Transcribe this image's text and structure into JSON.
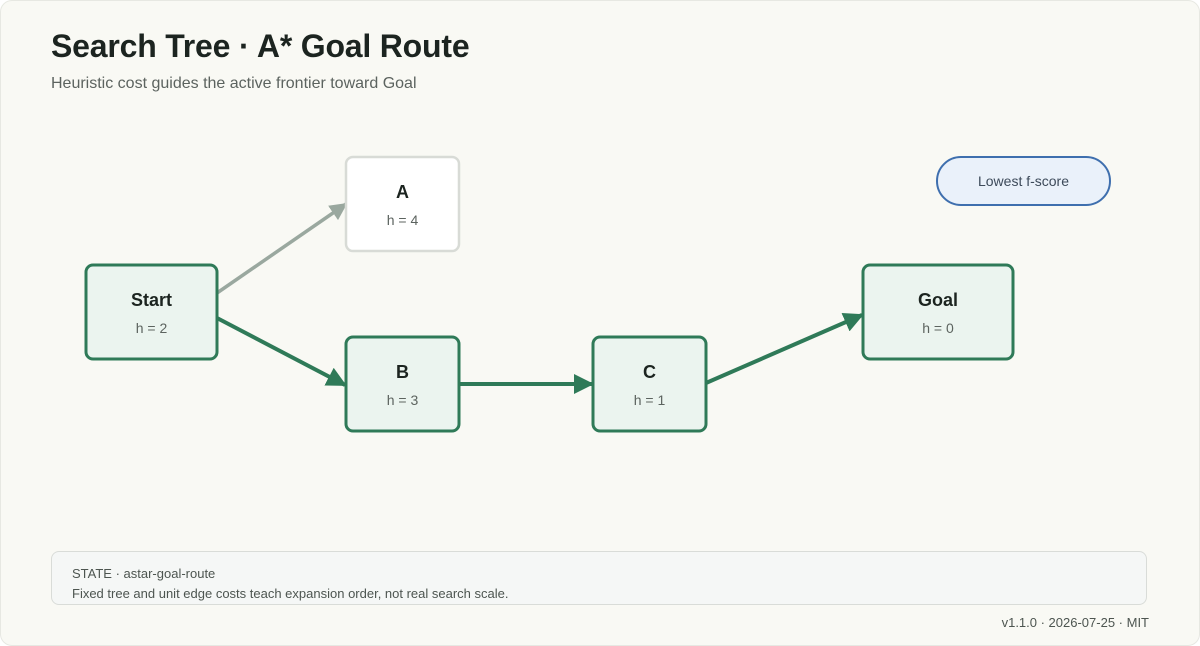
{
  "header": {
    "title": "Search Tree · A* Goal Route",
    "subtitle": "Heuristic cost guides the active frontier toward Goal"
  },
  "diagram": {
    "nodes": [
      {
        "id": "start",
        "label": "Start",
        "h": "h = 2",
        "state": "active"
      },
      {
        "id": "a",
        "label": "A",
        "h": "h = 4",
        "state": "inactive"
      },
      {
        "id": "b",
        "label": "B",
        "h": "h = 3",
        "state": "active"
      },
      {
        "id": "c",
        "label": "C",
        "h": "h = 1",
        "state": "active"
      },
      {
        "id": "goal",
        "label": "Goal",
        "h": "h = 0",
        "state": "active"
      }
    ],
    "edges": [
      {
        "from": "start",
        "to": "a",
        "state": "inactive"
      },
      {
        "from": "start",
        "to": "b",
        "state": "active"
      },
      {
        "from": "b",
        "to": "c",
        "state": "active"
      },
      {
        "from": "c",
        "to": "goal",
        "state": "active"
      }
    ],
    "legend": {
      "label": "Lowest f-score"
    }
  },
  "colors": {
    "active": "#2f7a58",
    "active_fill": "#ebf4ef",
    "inactive": "#9aa89f",
    "inactive_border": "#d8dbd6",
    "legend_border": "#3f6fae",
    "legend_fill": "#eaf1fa"
  },
  "footer": {
    "state_line": "STATE · astar-goal-route",
    "note": "Fixed tree and unit edge costs teach expansion order, not real search scale."
  },
  "meta": "v1.1.0 · 2026-07-25 · MIT"
}
